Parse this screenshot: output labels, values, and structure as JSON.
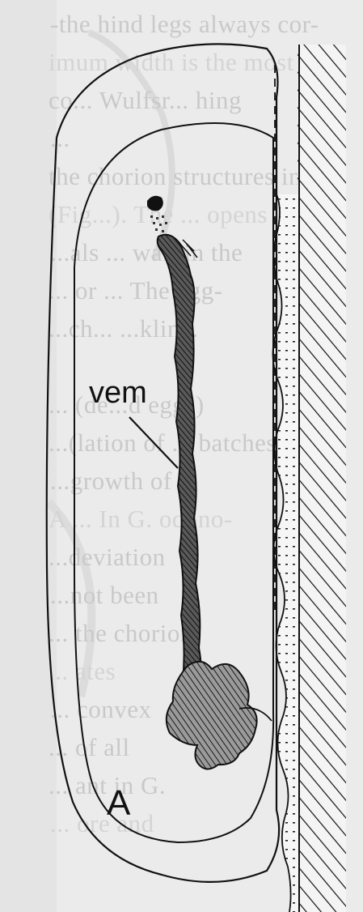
{
  "figure": {
    "labels": {
      "vem": "vem",
      "panel": "A"
    },
    "background_text_lines": [
      "-the hind legs always cor-",
      "imum width is the most",
      "co... Wulfsr... hing",
      "...",
      "the chorion structures in",
      "(Fig...). The ... opens",
      "...als ... wall in the",
      "... or ... The egg-",
      "...ch... ...kline.",
      "",
      "... (de...d eggs)",
      "...(lation of ... batches,",
      "...growth of",
      "A ... In G. odono-",
      "...deviation",
      "...not been",
      "... the chorion",
      "... ates",
      "... convex",
      "... of all",
      "... ant in G.",
      "... ore and"
    ],
    "colors": {
      "background": "#ececec",
      "ink": "#111111",
      "bleed_text": "#c9c9c9"
    }
  }
}
